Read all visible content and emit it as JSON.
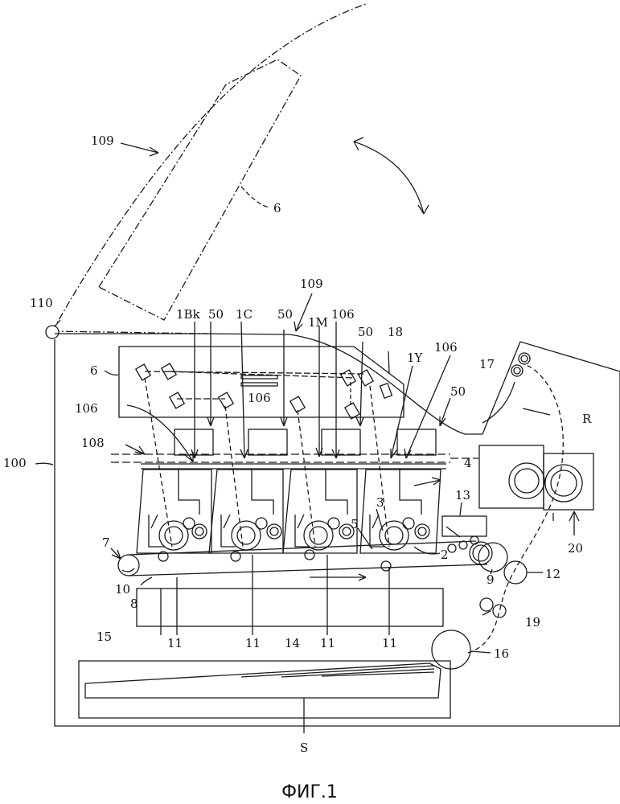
{
  "figure": {
    "caption": "ФИГ.1",
    "line_color": "#1a1a1a",
    "background": "#ffffff"
  },
  "labels": {
    "l109a": "109",
    "l6a": "6",
    "l109b": "109",
    "l110": "110",
    "l1Bk": "1Bk",
    "l50a": "50",
    "l1C": "1C",
    "l50b": "50",
    "l1M": "1M",
    "l106a": "106",
    "l50c": "50",
    "l18": "18",
    "l1Y": "1Y",
    "l106b": "106",
    "l17": "17",
    "l6b": "6",
    "l106c": "106",
    "l106d": "106",
    "l50d": "50",
    "lR": "R",
    "l108": "108",
    "l4": "4",
    "l100": "100",
    "l13": "13",
    "l7": "7",
    "l5": "5",
    "l3": "3",
    "l20": "20",
    "l2": "2",
    "l10": "10",
    "l9": "9",
    "l12": "12",
    "l8": "8",
    "l19": "19",
    "l11a": "11",
    "l11b": "11",
    "l14": "14",
    "l11c": "11",
    "l11d": "11",
    "l15": "15",
    "l16": "16",
    "lS": "S"
  }
}
